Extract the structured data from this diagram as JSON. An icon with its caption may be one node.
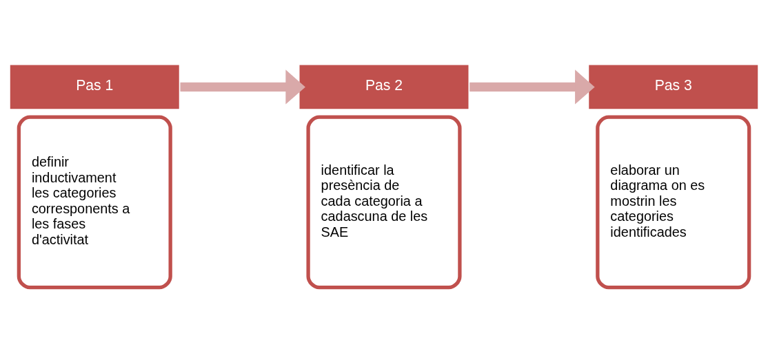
{
  "diagram": {
    "nodes": [
      {
        "text": [
          "Pas 1"
        ]
      },
      {
        "text": [
          "definir inductivament les categories corresponents a les fases d'activitat"
        ]
      },
      {
        "text": [
          "Pas 2"
        ]
      },
      {
        "text": [
          "identificar la presència de cada categoria a cadascuna de les SAE"
        ]
      },
      {
        "text": [
          "Pas 3"
        ]
      },
      {
        "text": [
          "elaborar un diagrama on es mostrin les categories identificades"
        ]
      }
    ],
    "edges": [
      {
        "from": 0,
        "to": 2,
        "arrow": "to"
      },
      {
        "from": 2,
        "to": 4,
        "arrow": "to"
      }
    ]
  }
}
